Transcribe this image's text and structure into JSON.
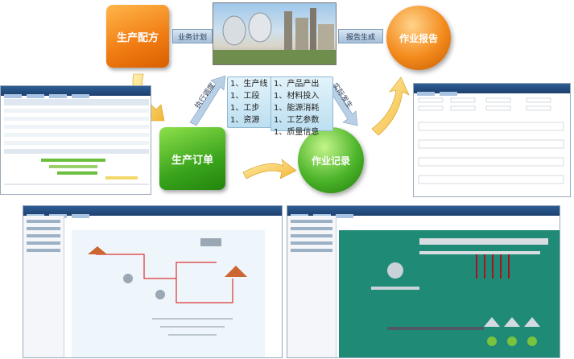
{
  "nodes": {
    "recipe": "生产配方",
    "order": "生产订单",
    "report": "作业报告",
    "record": "作业记录"
  },
  "arrows": {
    "business_plan": "业务计划",
    "report_output": "报告生成",
    "execution": "执行调度",
    "actual_occurrence": "实际发生"
  },
  "left_list": [
    "1、生产线",
    "1、工段",
    "1、工步",
    "1、资源"
  ],
  "right_list": [
    "1、产品产出",
    "1、材料投入",
    "1、能源消耗",
    "1、工艺参数",
    "1、质量信息"
  ],
  "colors": {
    "orange": "#f07b12",
    "green": "#3aa41d",
    "blue_nav": "#1c3f6e",
    "teal_panel": "#1f8a76"
  }
}
